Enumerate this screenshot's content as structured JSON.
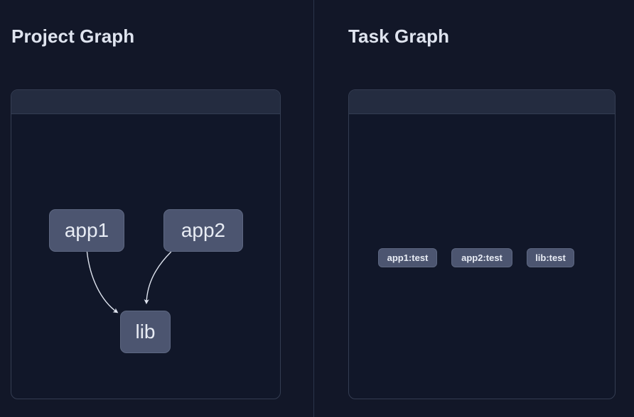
{
  "theme": {
    "page_background": "#121728",
    "panel_background": "#111729",
    "panel_header_background": "#242c40",
    "panel_border": "#343d52",
    "divider": "#2b344a",
    "node_fill": "#4c5570",
    "node_border": "#5d6781",
    "node_text": "#e8ecf4",
    "title_text": "#dfe4ef",
    "edge_stroke": "#dfe4ef"
  },
  "project_graph": {
    "title": "Project Graph",
    "nodes": [
      {
        "id": "app1",
        "label": "app1"
      },
      {
        "id": "app2",
        "label": "app2"
      },
      {
        "id": "lib",
        "label": "lib"
      }
    ],
    "edges": [
      {
        "from": "app1",
        "to": "lib"
      },
      {
        "from": "app2",
        "to": "lib"
      }
    ]
  },
  "task_graph": {
    "title": "Task Graph",
    "nodes": [
      {
        "id": "app1:test",
        "label": "app1:test"
      },
      {
        "id": "app2:test",
        "label": "app2:test"
      },
      {
        "id": "lib:test",
        "label": "lib:test"
      }
    ],
    "edges": []
  }
}
